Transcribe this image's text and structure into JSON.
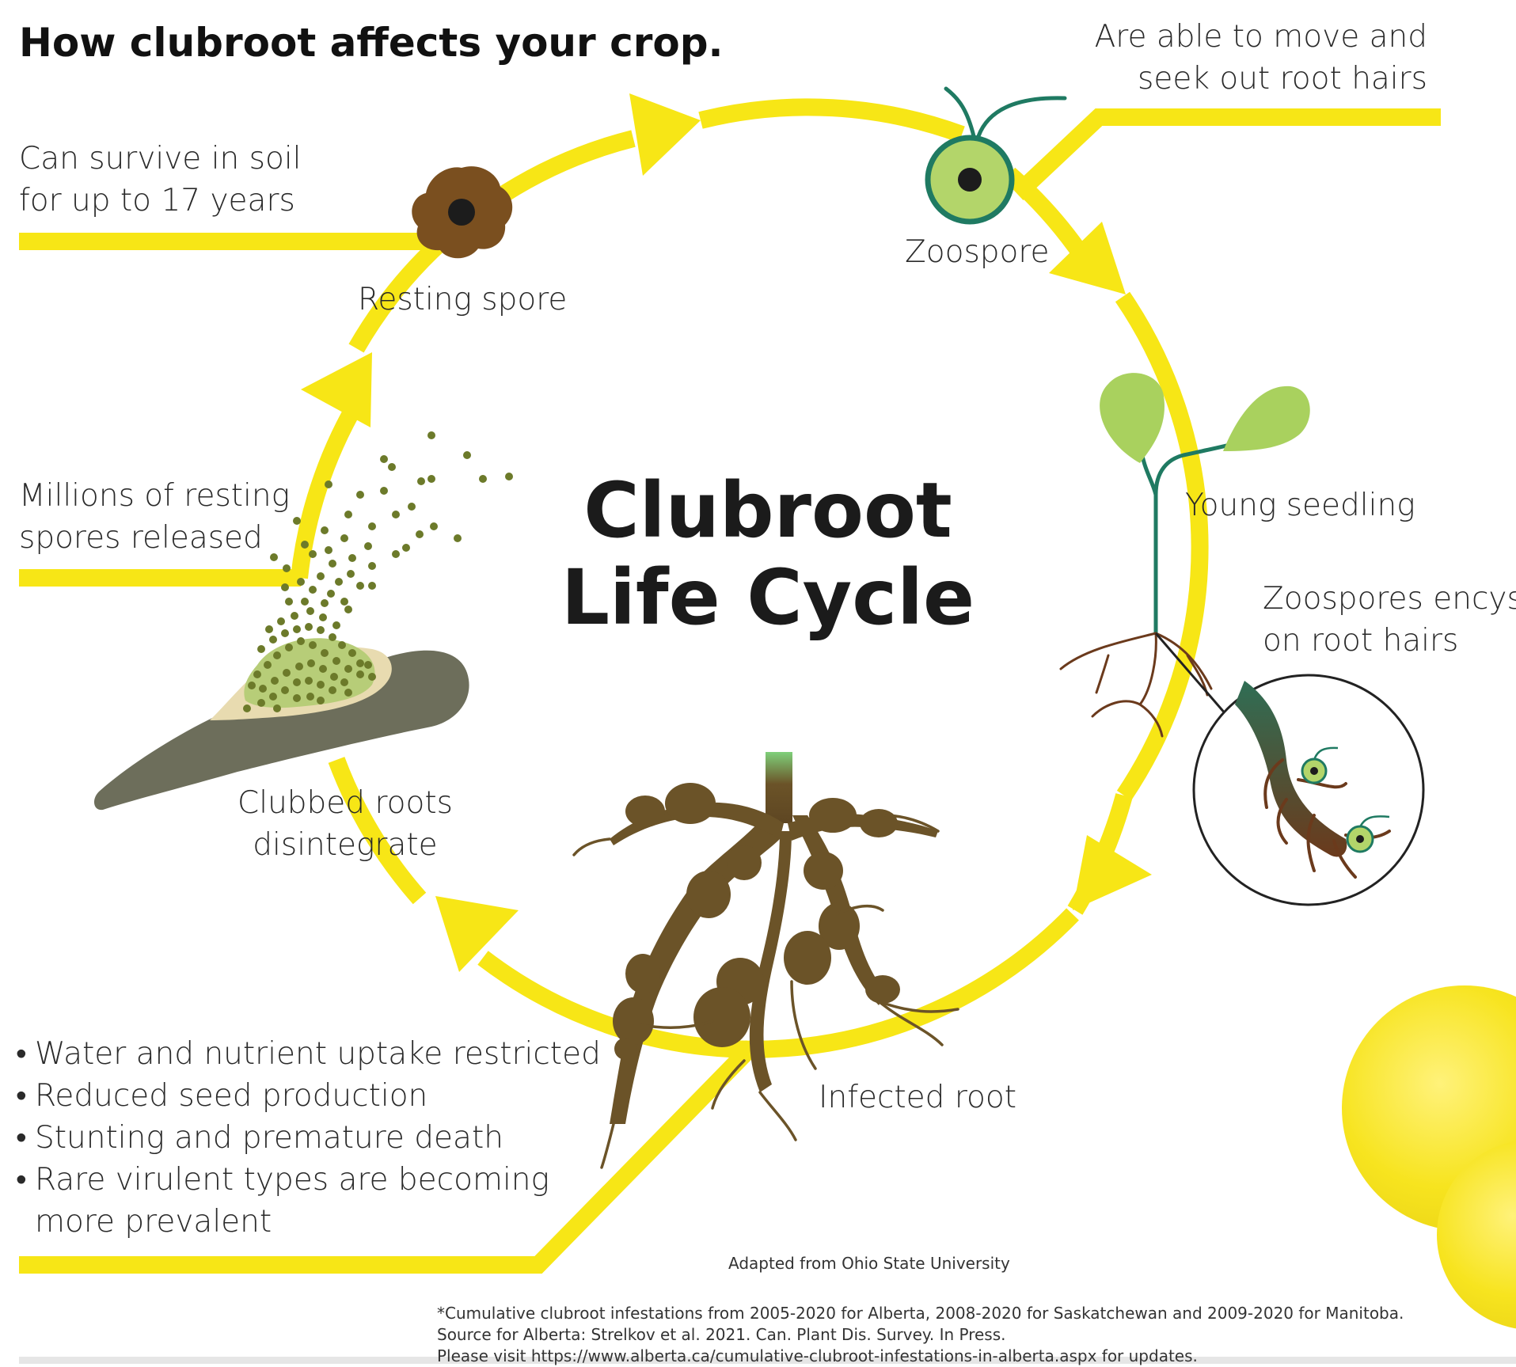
{
  "title": "How clubroot affects your crop.",
  "center_title": [
    "Clubroot",
    "Life Cycle"
  ],
  "stages": {
    "resting_spore": "Resting spore",
    "zoospore": "Zoospore",
    "young_seedling": "Young seedling",
    "infected_root": "Infected root",
    "clubbed_roots": [
      "Clubbed roots",
      "disintegrate"
    ]
  },
  "callouts": {
    "survive": [
      "Can survive in soil",
      "for up to 17 years"
    ],
    "move": [
      "Are able to move and",
      "seek out root hairs"
    ],
    "encyst": [
      "Zoospores encyst",
      "on root hairs"
    ],
    "millions": [
      "Millions of resting",
      "spores released"
    ]
  },
  "effects": [
    "Water and nutrient uptake restricted",
    "Reduced seed production",
    "Stunting and premature death",
    "Rare virulent types are becoming"
  ],
  "effects_continuation": "more prevalent",
  "bullet_glyph": "•",
  "attribution": "Adapted from Ohio State University",
  "footnote": [
    "*Cumulative clubroot infestations from 2005-2020 for Alberta, 2008-2020 for Saskatchewan and 2009-2020 for Manitoba.",
    "Source for Alberta: Strelkov et al. 2021. Can. Plant Dis. Survey. In Press.",
    "Please visit https://www.alberta.ca/cumulative-clubroot-infestations-in-alberta.aspx for updates."
  ],
  "colors": {
    "cycle_yellow": "#f7e616",
    "spore_brown": "#7a4f1f",
    "zoospore_green": "#b3d56a",
    "zoospore_ring": "#1f7a62",
    "root_brown": "#6b5328",
    "leaf_green": "#a9d15e",
    "club_grey": "#6d6e5b"
  }
}
